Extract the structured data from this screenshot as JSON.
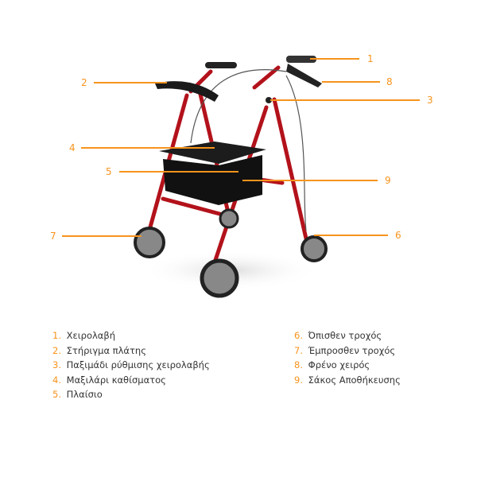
{
  "accent_color": "#f7941d",
  "callouts": [
    "1",
    "2",
    "3",
    "4",
    "5",
    "6",
    "7",
    "8",
    "9"
  ],
  "legend": [
    {
      "num": "1.",
      "label": "Χειρολαβή"
    },
    {
      "num": "2.",
      "label": "Στήριγμα πλάτης"
    },
    {
      "num": "3.",
      "label": "Παξιμάδι ρύθμισης χειρολαβής"
    },
    {
      "num": "4.",
      "label": "Μαξιλάρι καθίσματος"
    },
    {
      "num": "5.",
      "label": "Πλαίσιο"
    },
    {
      "num": "6.",
      "label": "Όπισθεν τροχός"
    },
    {
      "num": "7.",
      "label": "Έμπροσθεν τροχός"
    },
    {
      "num": "8.",
      "label": "Φρένο χειρός"
    },
    {
      "num": "9.",
      "label": "Σάκος Αποθήκευσης"
    }
  ]
}
